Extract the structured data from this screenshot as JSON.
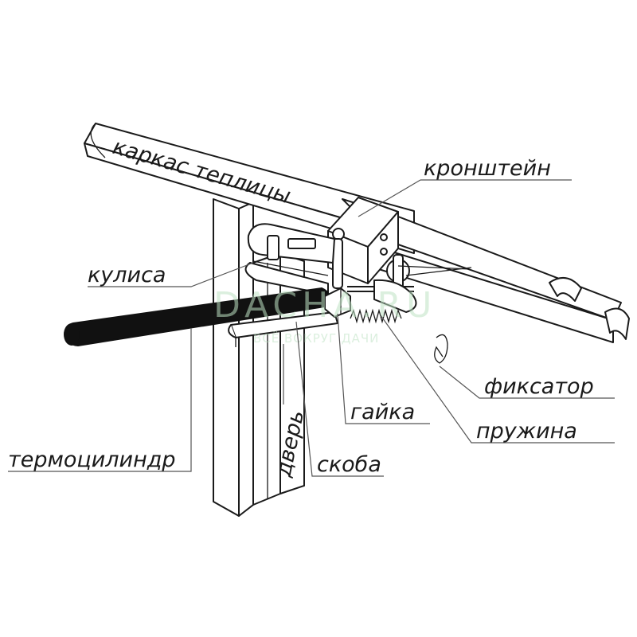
{
  "labels": {
    "frame": "каркас теплицы",
    "bracket": "кронштейн",
    "rocker": "кулиса",
    "latch": "фиксатор",
    "nut": "гайка",
    "spring": "пружина",
    "cylinder": "термоцилиндр",
    "door": "дверь",
    "clamp": "скоба"
  },
  "watermark": {
    "brand": "DACHA.RU",
    "tagline": "ВСЁ ВОКРУГ ДАЧИ"
  },
  "colors": {
    "line": "#1a1a1a",
    "cylinder": "#111111",
    "watermark": "#bfe3c4"
  }
}
